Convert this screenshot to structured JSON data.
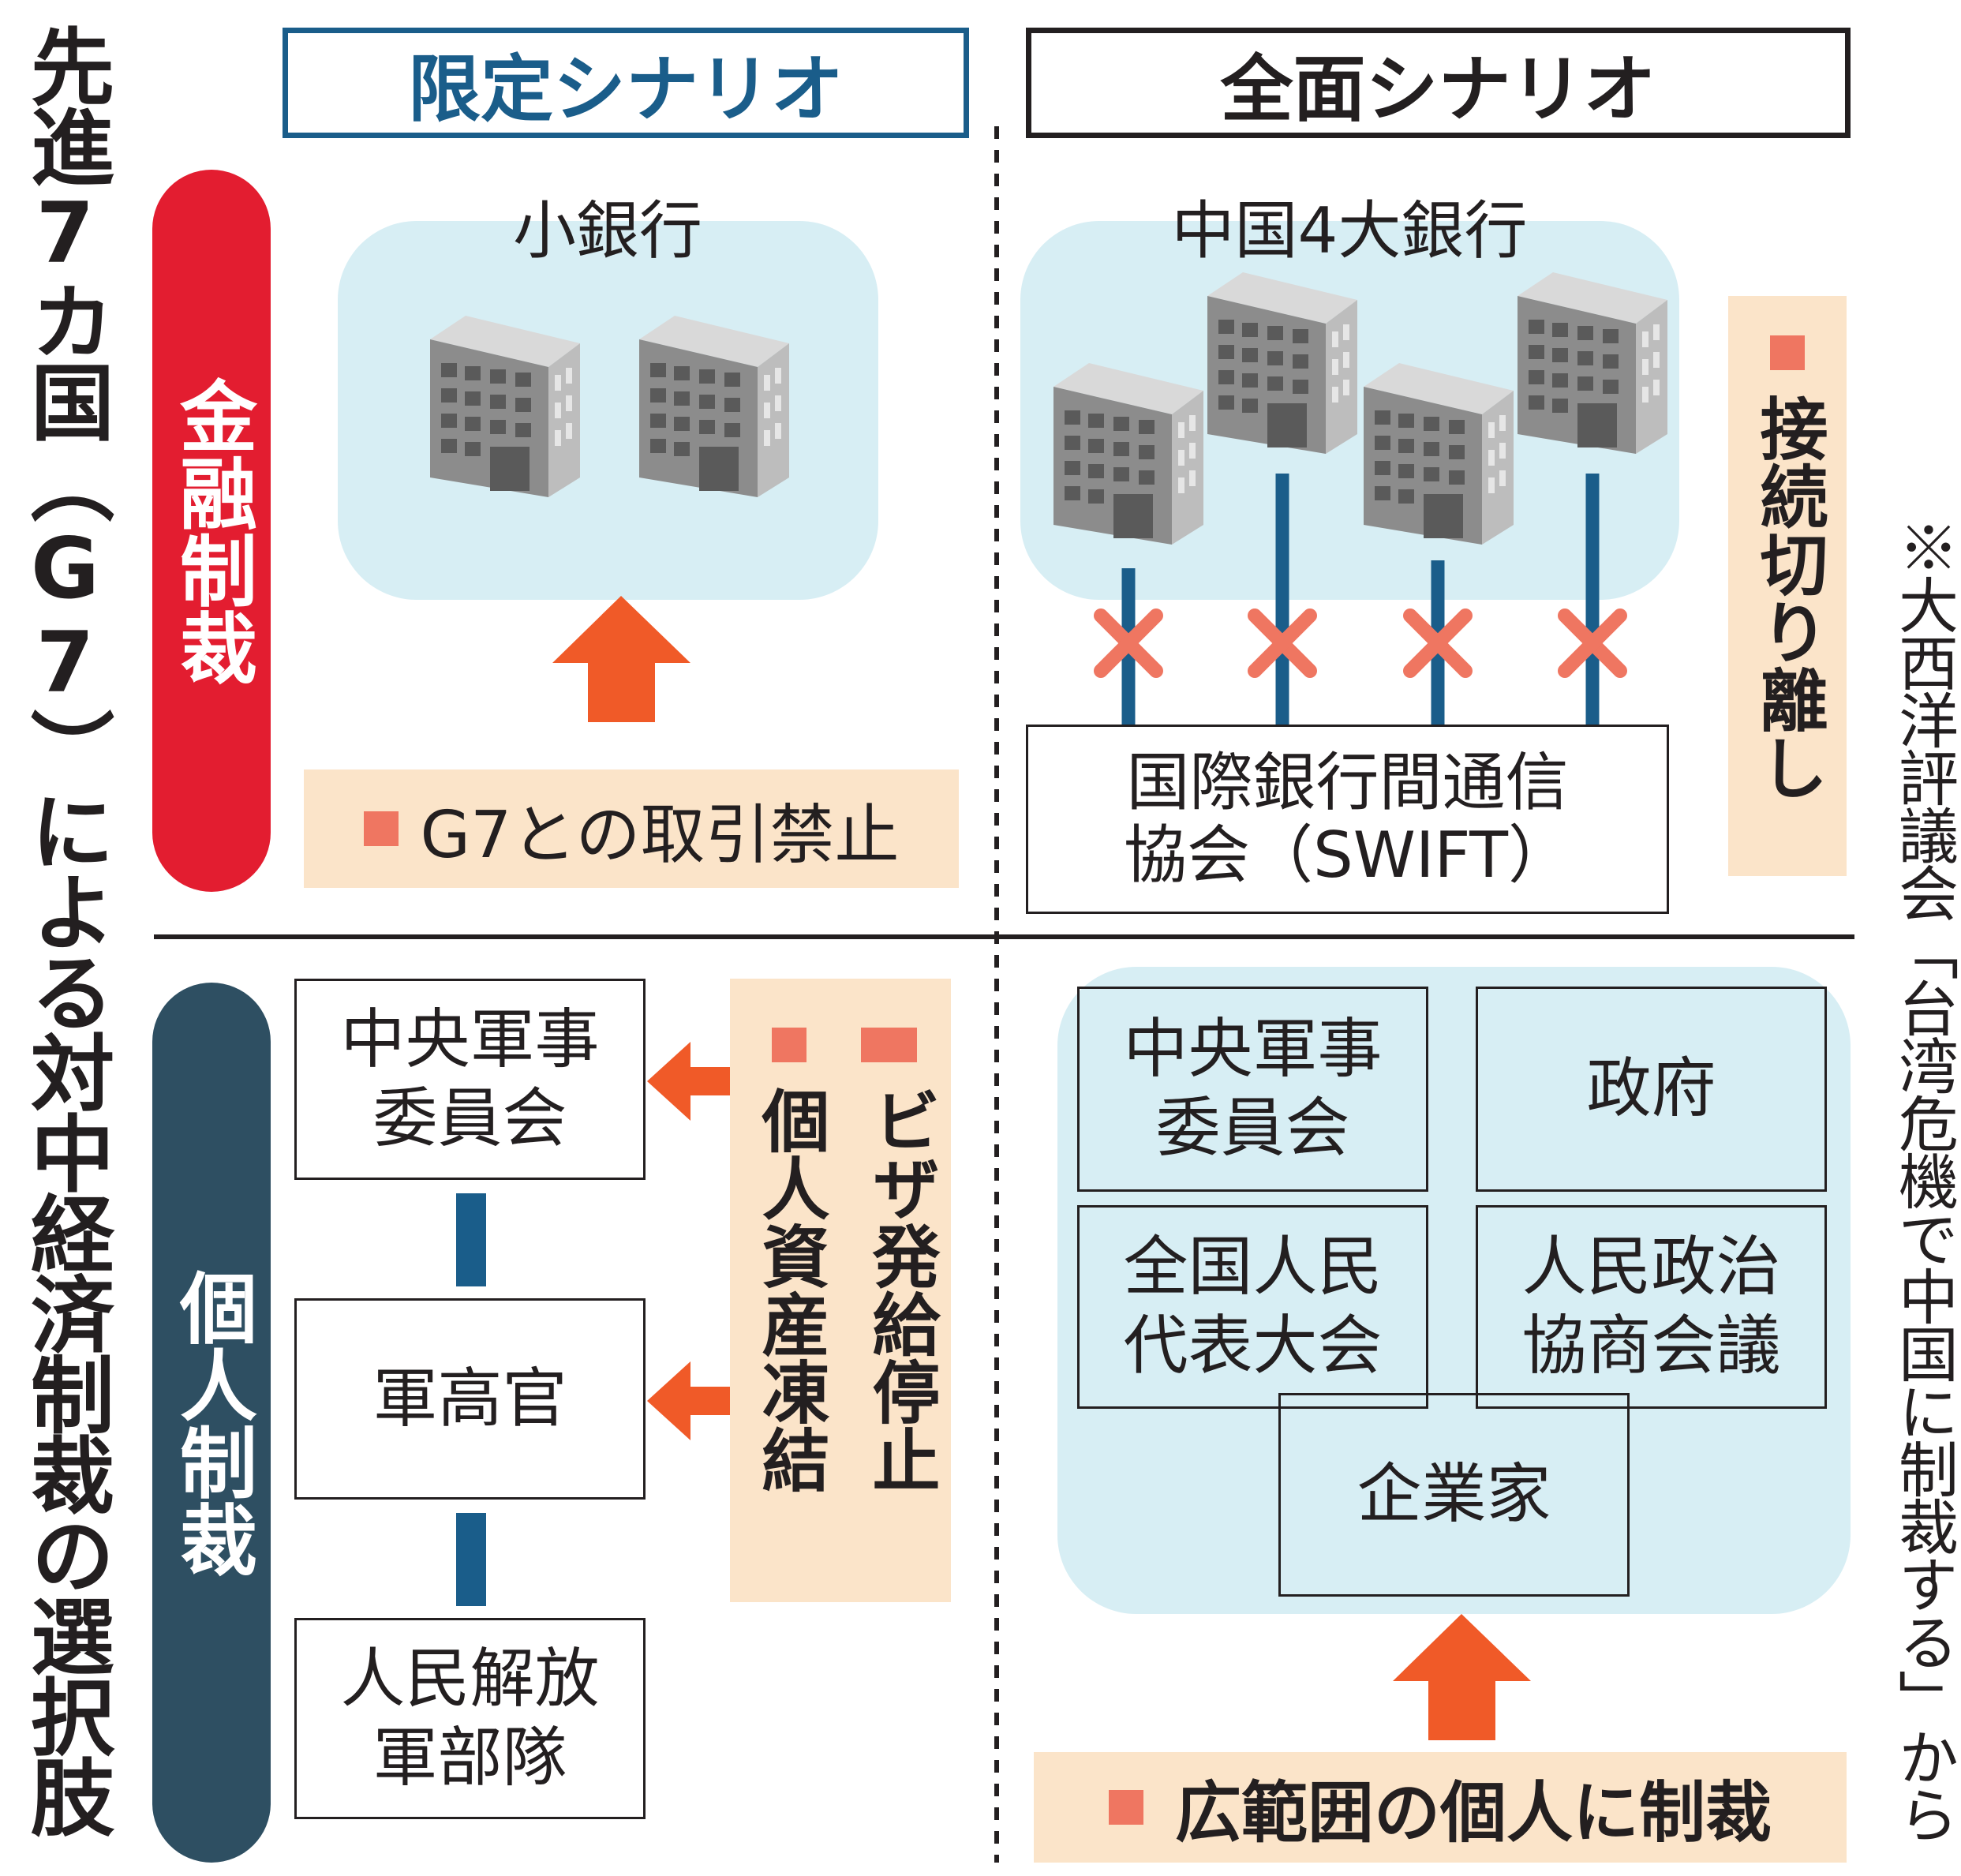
{
  "title": "先進7カ国（G7）による対中経済制裁の選択肢",
  "source_note": "※大西洋評議会「台湾危機で中国に制裁する」から",
  "colors": {
    "red": "#e31d30",
    "navy": "#2e4f62",
    "blue": "#1a5d8a",
    "orange": "#f05a28",
    "peach": "#fbe4c9",
    "cyan": "#d7eef4",
    "bullet": "#ef7661"
  },
  "scenarios": {
    "limited": "限定シナリオ",
    "full": "全面シナリオ"
  },
  "categories": {
    "financial": "金融制裁",
    "personal": "個人制裁"
  },
  "financial": {
    "limited": {
      "bank_label": "小銀行",
      "bank_icons": 2,
      "measure": "G7との取引禁止"
    },
    "full": {
      "bank_label": "中国4大銀行",
      "bank_icons": 4,
      "swift": "国際銀行間通信\n協会（SWIFT）",
      "measure": "接続切り離し"
    }
  },
  "personal": {
    "limited": {
      "targets": [
        "中央軍事\n委員会",
        "軍高官",
        "人民解放\n軍部隊"
      ],
      "measures": [
        "ビザ発給停止",
        "個人資産凍結"
      ]
    },
    "full": {
      "targets": [
        "中央軍事\n委員会",
        "政府",
        "全国人民\n代表大会",
        "人民政治\n協商会議",
        "企業家"
      ],
      "measure": "広範囲の個人に制裁"
    }
  }
}
